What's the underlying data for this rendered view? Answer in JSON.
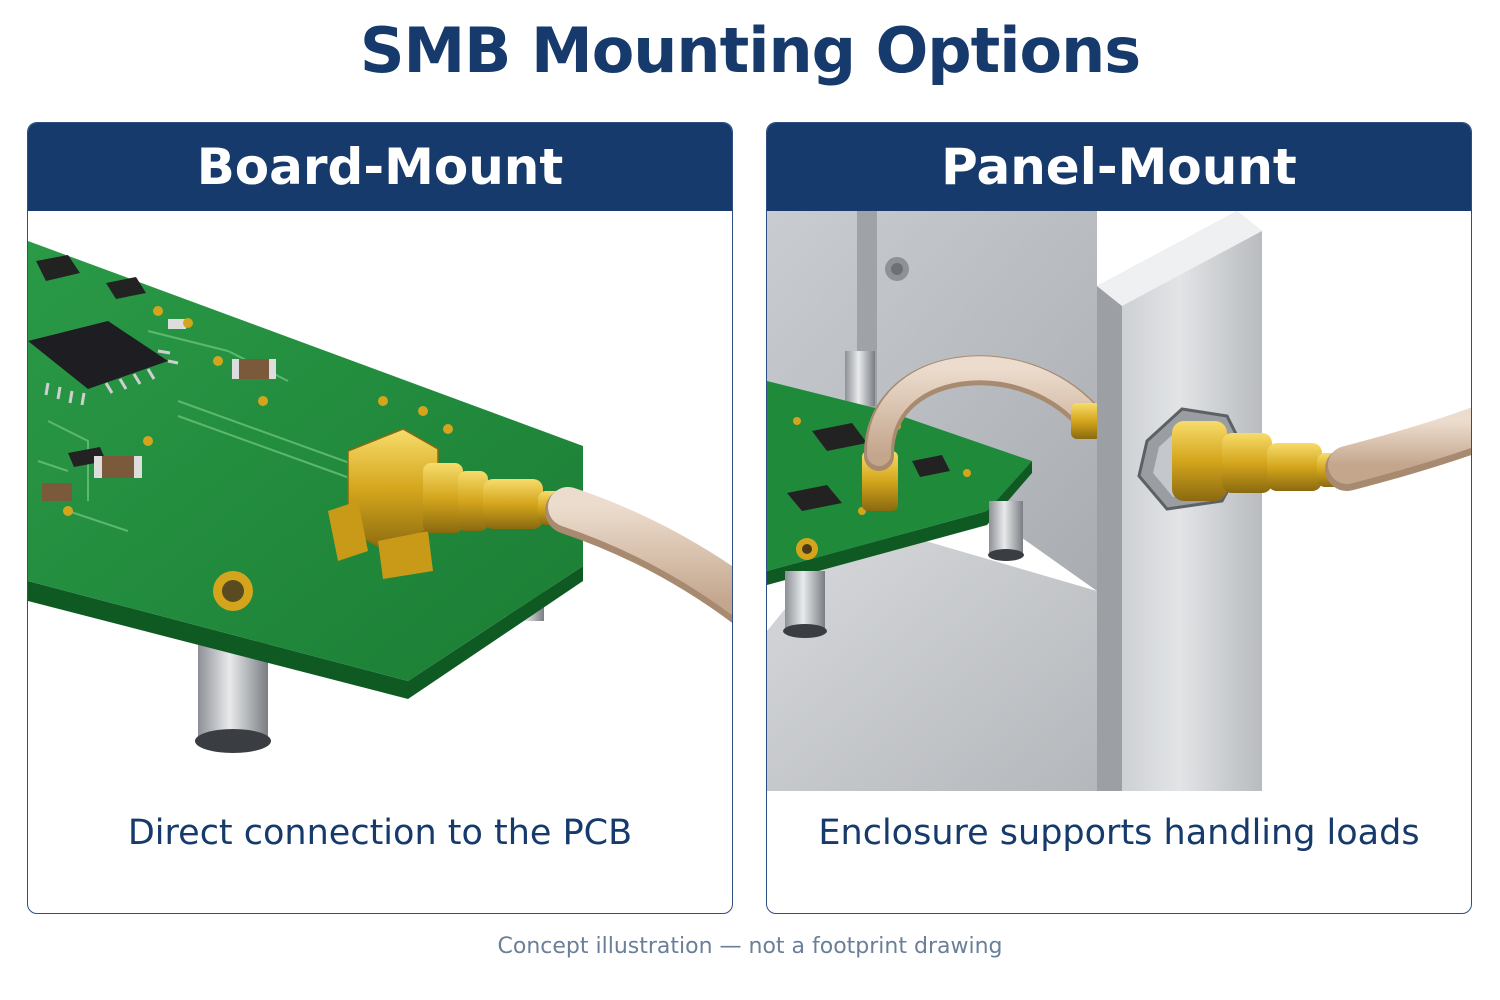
{
  "title": "SMB Mounting Options",
  "panels": [
    {
      "header": "Board-Mount",
      "caption": "Direct connection to the PCB",
      "illustration": "pcb-with-right-angle-smb-connector"
    },
    {
      "header": "Panel-Mount",
      "caption": "Enclosure supports handling loads",
      "illustration": "enclosure-wall-with-bulkhead-smb-connector"
    }
  ],
  "footnote": "Concept illustration — not a footprint drawing",
  "colors": {
    "header_bg": "#163a6b",
    "pcb_green": "#1f8a3a",
    "gold": "#d4a51c",
    "cable": "#d9c2ad",
    "metal": "#c7cbd0"
  }
}
